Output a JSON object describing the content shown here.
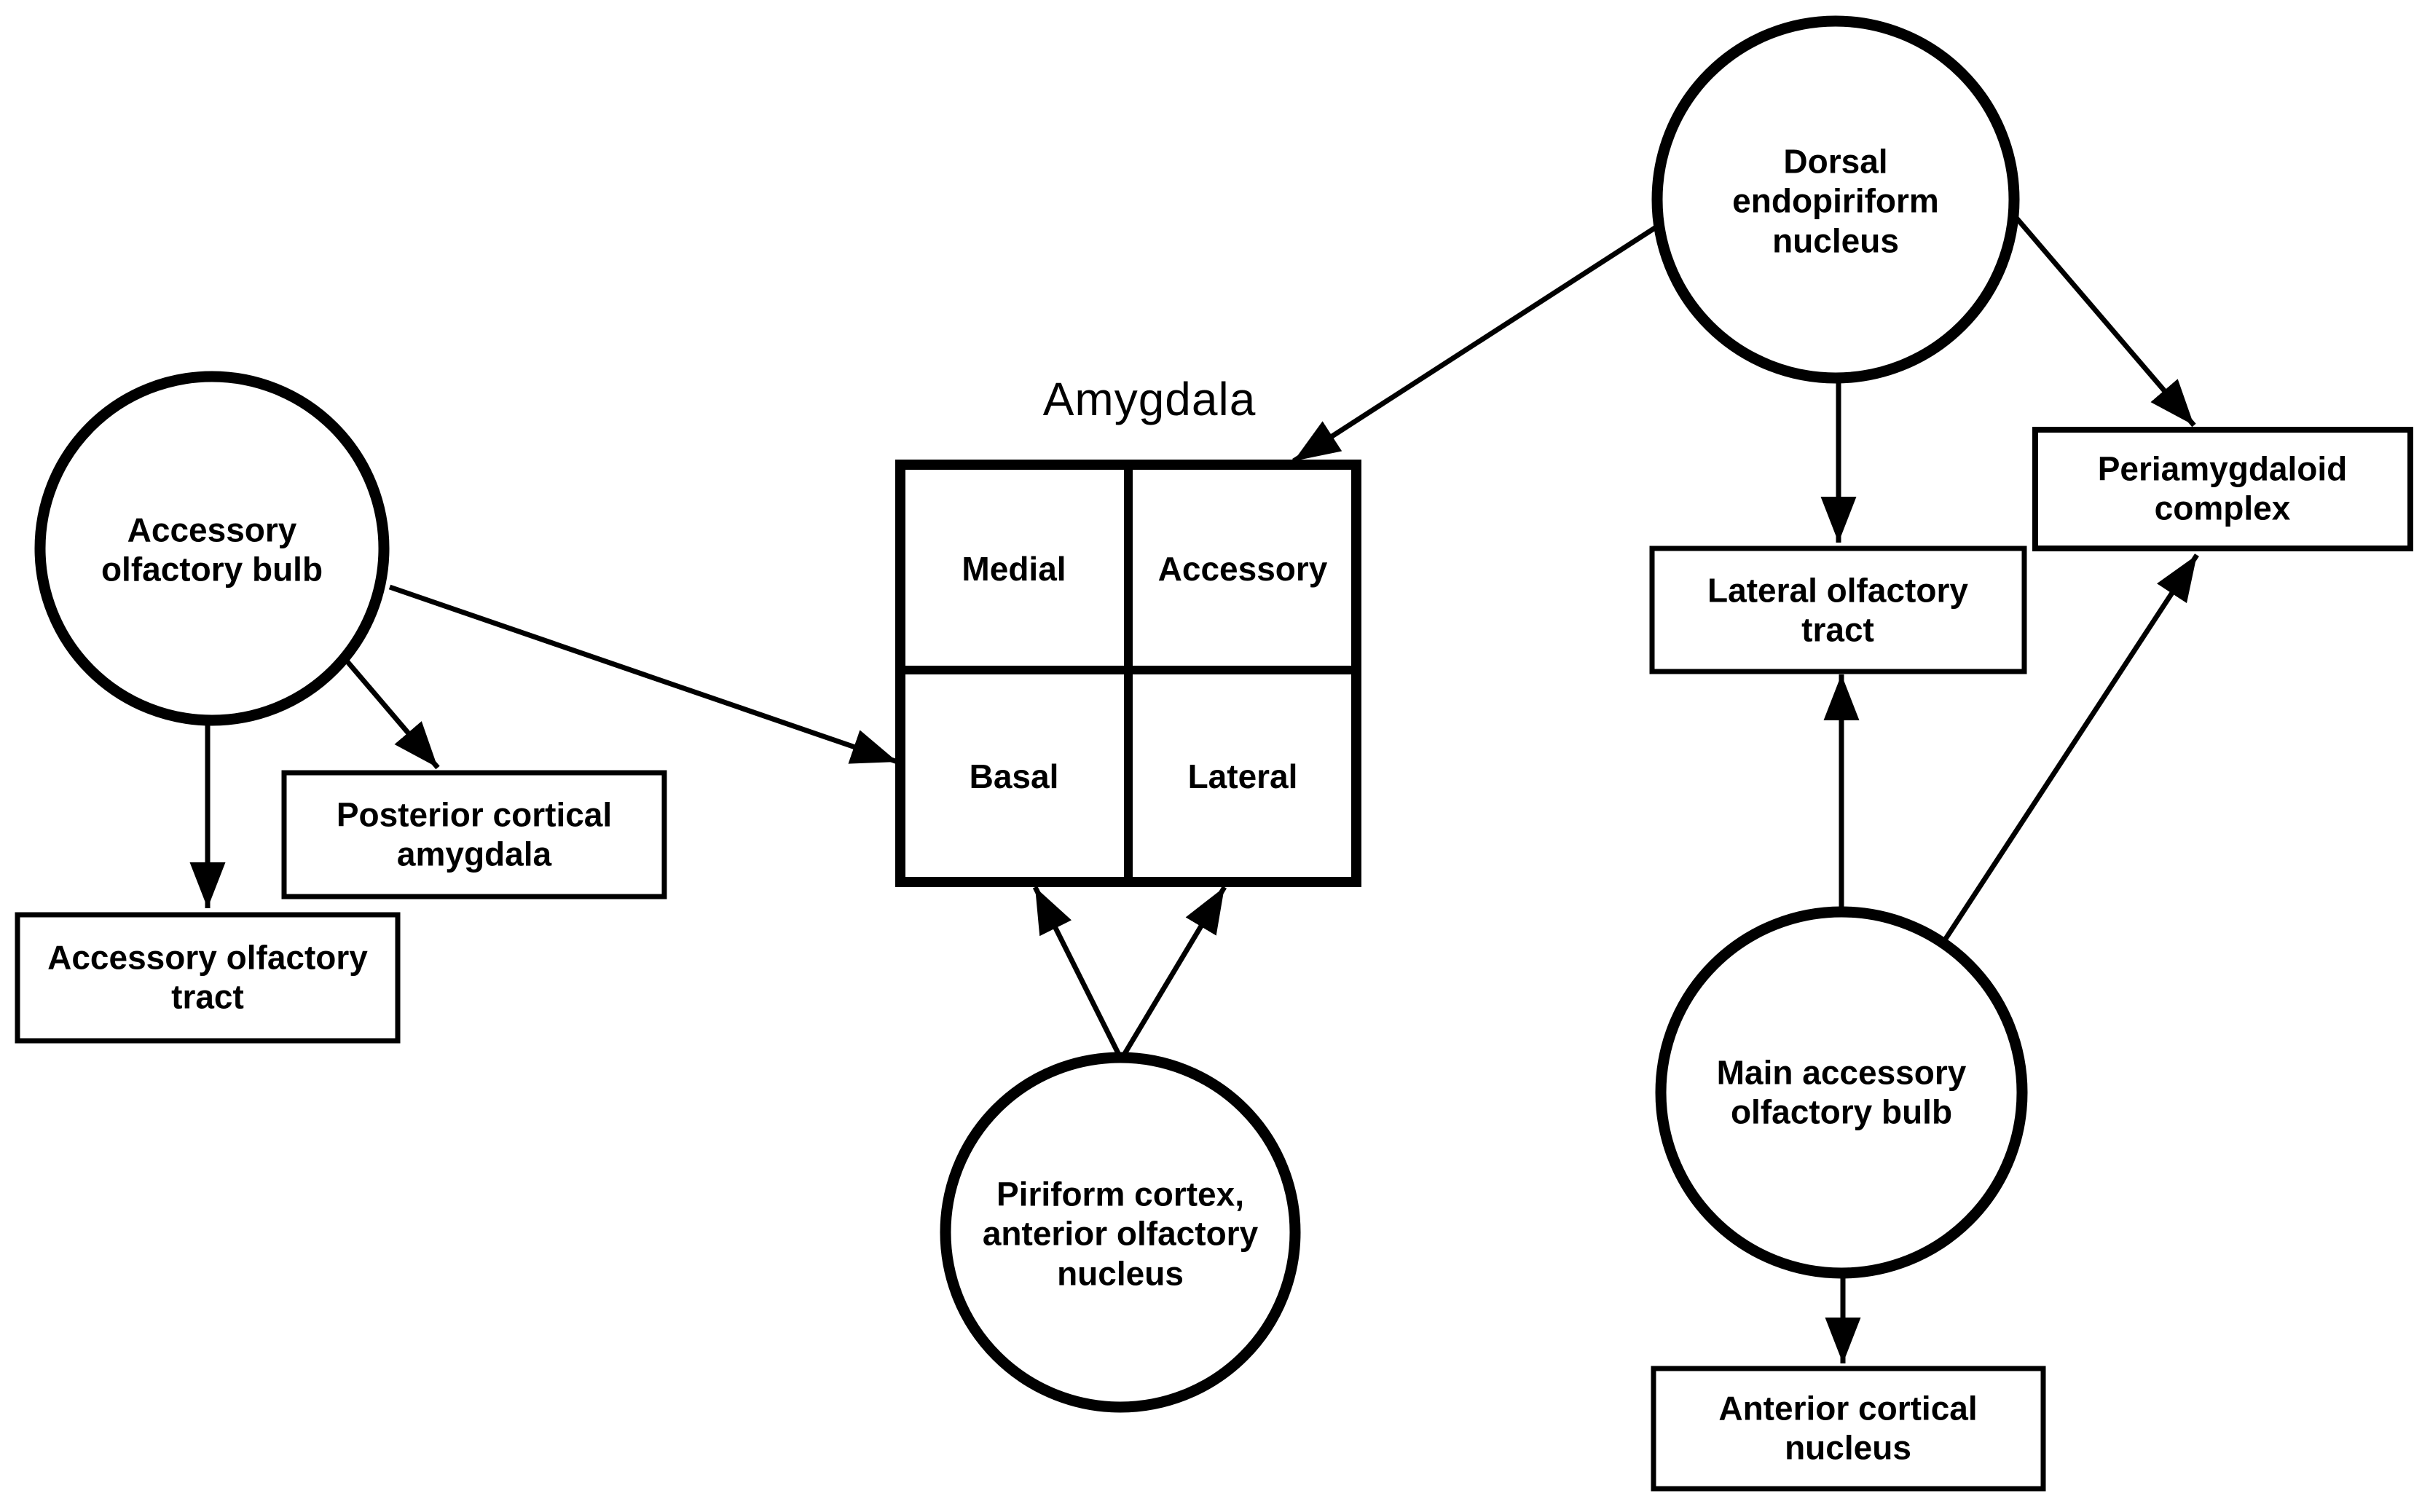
{
  "diagram": {
    "background_color": "#ffffff",
    "line_color": "#000000",
    "text_color": "#000000",
    "nodes": {
      "accessory_olfactory_bulb": {
        "shape": "circle",
        "label": "Accessory\nolfactory bulb"
      },
      "dorsal_endopiriform_nucleus": {
        "shape": "circle",
        "label": "Dorsal\nendopiriform\nnucleus"
      },
      "piriform_cortex": {
        "shape": "circle",
        "label": "Piriform cortex,\nanterior olfactory\nnucleus"
      },
      "main_accessory_olfactory_bulb": {
        "shape": "circle",
        "label": "Main accessory\nolfactory bulb"
      },
      "posterior_cortical_amygdala": {
        "shape": "rect",
        "label": "Posterior cortical\namygdala"
      },
      "accessory_olfactory_tract": {
        "shape": "rect",
        "label": "Accessory olfactory\ntract"
      },
      "lateral_olfactory_tract": {
        "shape": "rect",
        "label": "Lateral olfactory\ntract"
      },
      "periamygdaloid_complex": {
        "shape": "rect",
        "label": "Periamygdaloid\ncomplex"
      },
      "anterior_cortical_nucleus": {
        "shape": "rect",
        "label": "Anterior cortical\nnucleus"
      }
    },
    "amygdala_grid": {
      "title": "Amygdala",
      "cells": {
        "top_left": "Medial",
        "top_right": "Accessory",
        "bottom_left": "Basal",
        "bottom_right": "Lateral"
      }
    },
    "edges": [
      {
        "from": "accessory_olfactory_bulb",
        "to": "amygdala_grid (basal side)"
      },
      {
        "from": "accessory_olfactory_bulb",
        "to": "posterior_cortical_amygdala"
      },
      {
        "from": "accessory_olfactory_bulb",
        "to": "accessory_olfactory_tract"
      },
      {
        "from": "dorsal_endopiriform_nucleus",
        "to": "amygdala_grid (top)"
      },
      {
        "from": "dorsal_endopiriform_nucleus",
        "to": "lateral_olfactory_tract"
      },
      {
        "from": "dorsal_endopiriform_nucleus",
        "to": "periamygdaloid_complex"
      },
      {
        "from": "piriform_cortex",
        "to": "amygdala_grid (basal)"
      },
      {
        "from": "piriform_cortex",
        "to": "amygdala_grid (lateral)"
      },
      {
        "from": "main_accessory_olfactory_bulb",
        "to": "lateral_olfactory_tract"
      },
      {
        "from": "main_accessory_olfactory_bulb",
        "to": "periamygdaloid_complex"
      },
      {
        "from": "main_accessory_olfactory_bulb",
        "to": "anterior_cortical_nucleus"
      }
    ]
  }
}
